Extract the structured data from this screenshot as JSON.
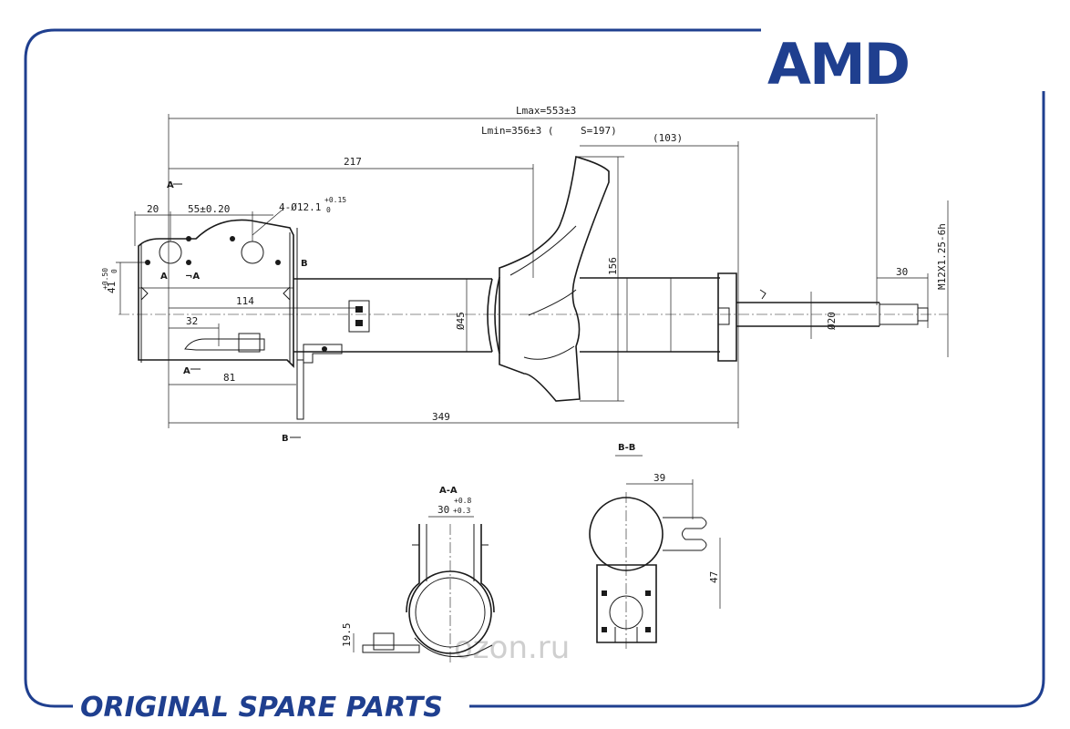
{
  "brand": {
    "logo_text": "AMD",
    "tagline": "ORIGINAL SPARE PARTS",
    "color": "#1f3f8f"
  },
  "watermark": "ozon.ru",
  "drawing": {
    "dimensions": {
      "lmax": "Lmax=553±3",
      "lmin": "Lmin=356±3 (",
      "stroke": "S=197)",
      "d103": "(103)",
      "d217": "217",
      "d20": "20",
      "d55": "55±0.20",
      "holes": "4-Ø12.1",
      "holes_tol_top": "+0.15",
      "holes_tol_bot": "0",
      "d41": "41",
      "d41_tol_top": "+0.50",
      "d41_tol_bot": "0",
      "d114": "114",
      "d32": "32",
      "d81": "81",
      "d45": "Ø45",
      "d156": "156",
      "d20rod": "Ø20",
      "d30": "30",
      "thread": "M12X1.25-6h",
      "d349": "349"
    },
    "section_marks": {
      "a_top": "A",
      "a_mid": "A",
      "a_arrow": "¬A",
      "a_bottom": "A",
      "b_top": "B",
      "b_bottom": "B"
    },
    "section_aa": {
      "title": "A-A",
      "width": "30",
      "tol_top": "+0.8",
      "tol_bot": "+0.3",
      "height": "19.5"
    },
    "section_bb": {
      "title": "B-B",
      "width": "39",
      "height": "47"
    }
  }
}
